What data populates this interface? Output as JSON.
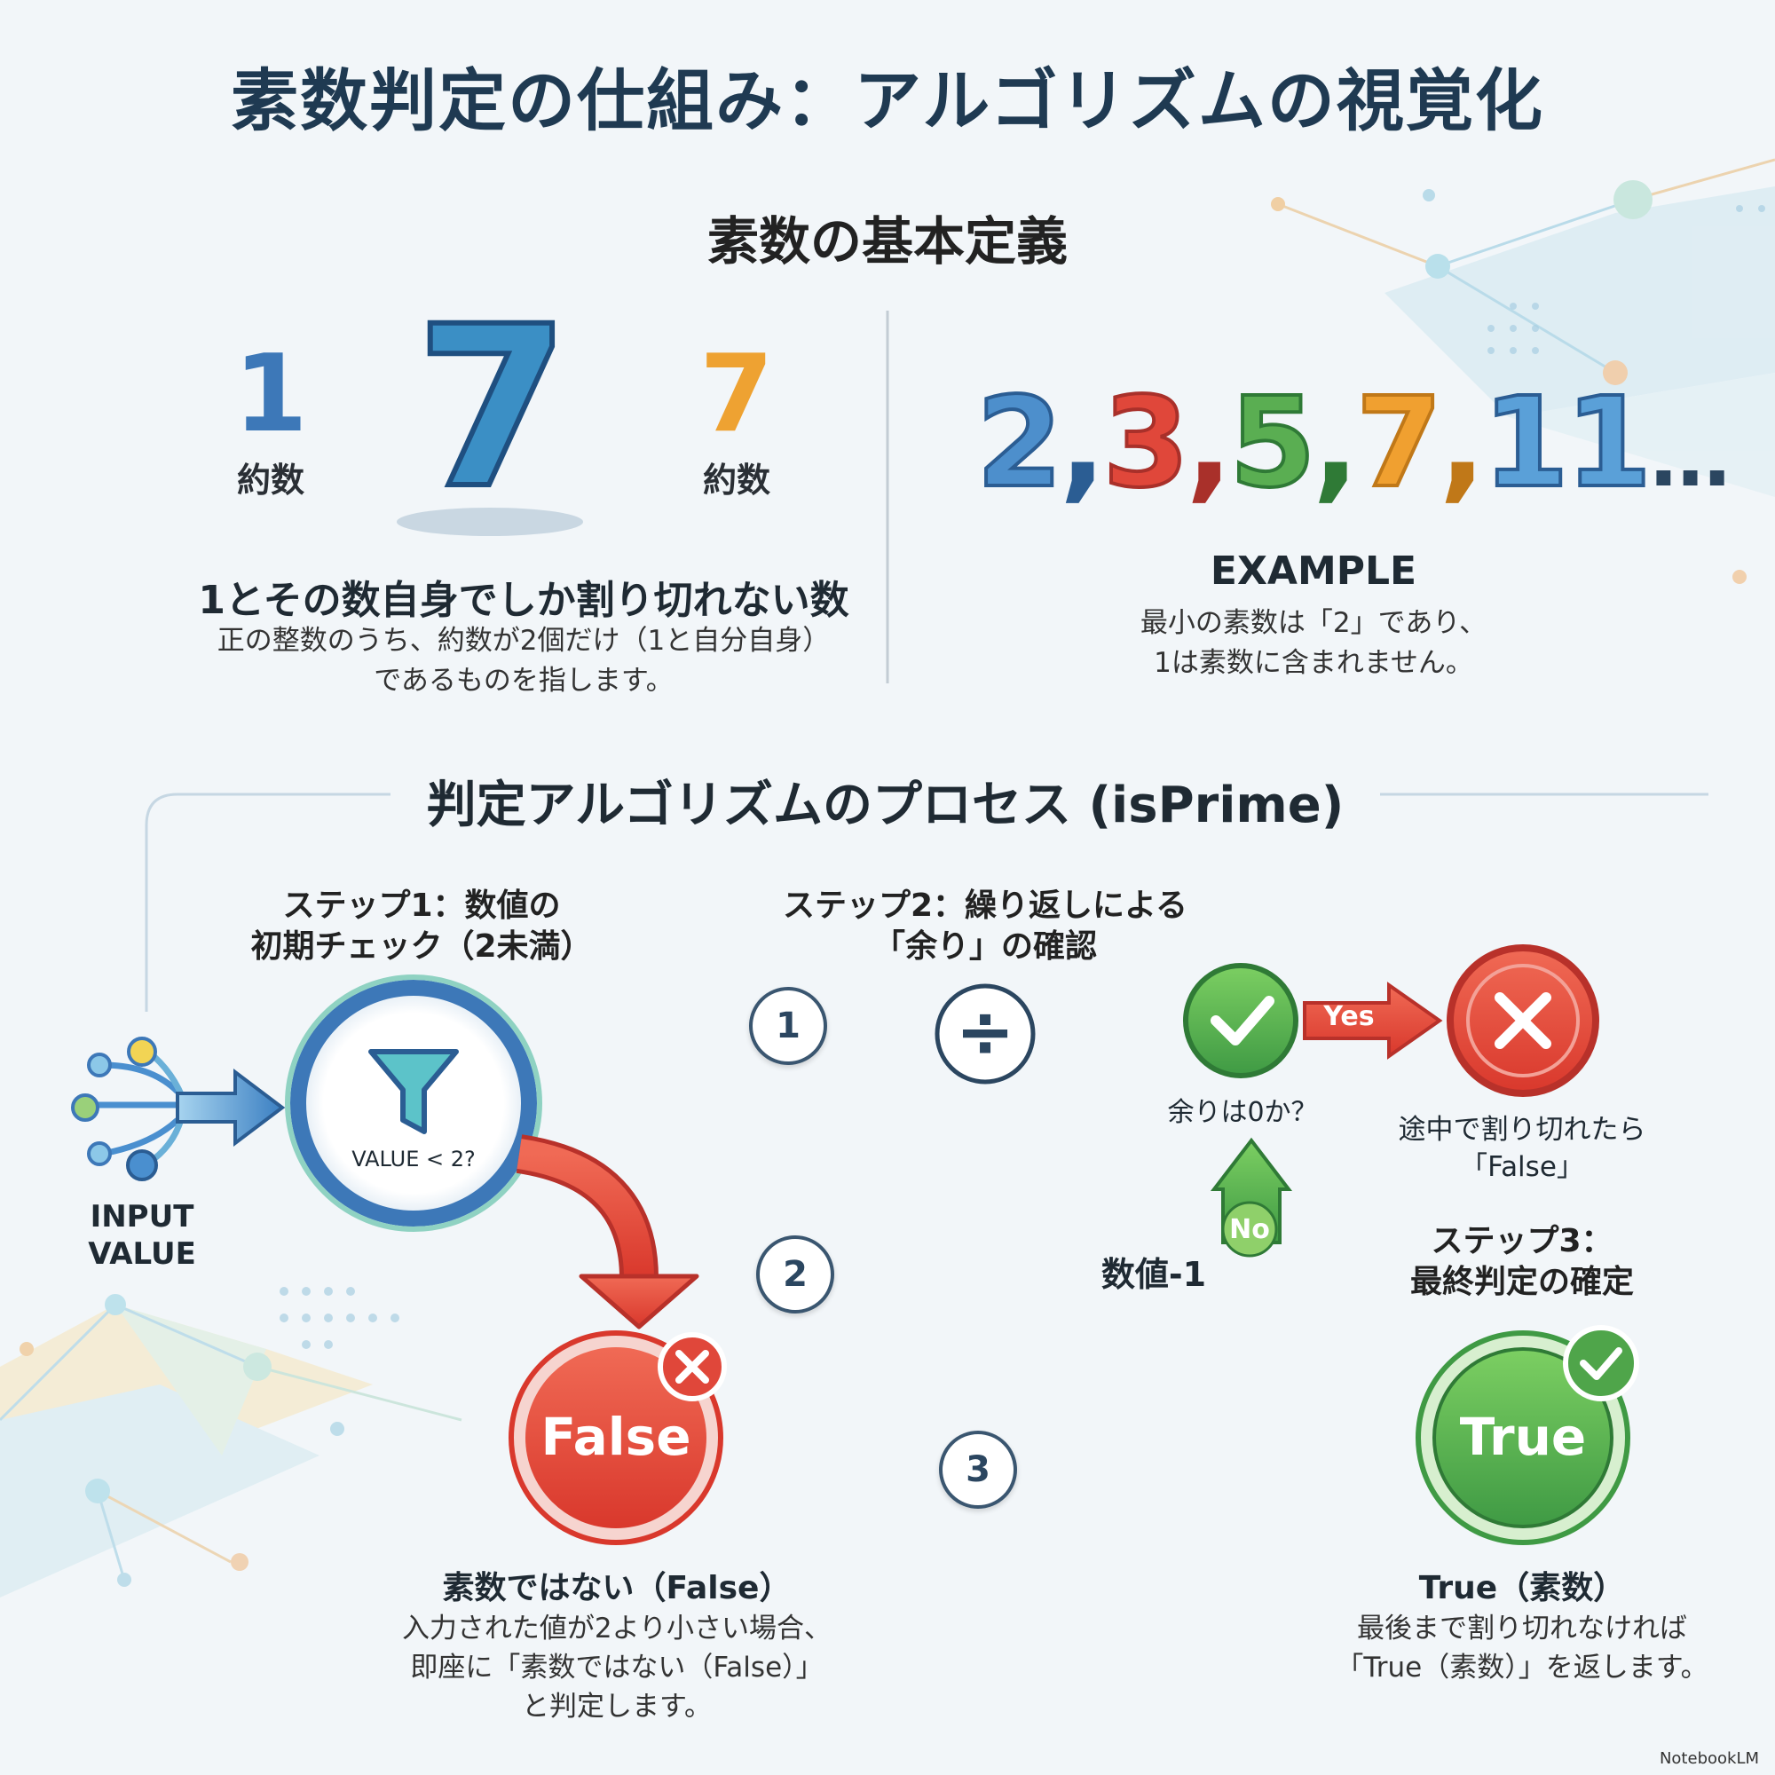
{
  "title": "素数判定の仕組み：アルゴリズムの視覚化",
  "definition": {
    "heading": "素数の基本定義",
    "divisor_left_num": "1",
    "divisor_left_label": "約数",
    "center_num": "7",
    "divisor_right_num": "7",
    "divisor_right_label": "約数",
    "main_text": "1とその数自身でしか割り切れない数",
    "desc_line1": "正の整数のうち、約数が2個だけ（1と自分自身）",
    "desc_line2": "であるものを指します。",
    "example_nums": [
      "2",
      "3",
      "5",
      "7",
      "11"
    ],
    "example_sep": ",",
    "example_tail": "...",
    "example_label": "EXAMPLE",
    "example_line1": "最小の素数は「2」であり、",
    "example_line2": "1は素数に含まれません。"
  },
  "process": {
    "heading": "判定アルゴリズムのプロセス (isPrime)",
    "input_line1": "INPUT",
    "input_line2": "VALUE",
    "step1_line1": "ステップ1：数値の",
    "step1_line2": "初期チェック（2未満）",
    "filter_text": "VALUE < 2?",
    "false_badge": "False",
    "false_head": "素数ではない（False）",
    "false_line1": "入力された値が2より小さい場合、",
    "false_line2": "即座に「素数ではない（False）」",
    "false_line3": "と判定します。",
    "step2_line1": "ステップ2：繰り返しによる",
    "step2_line2": "「余り」の確認",
    "num1": "1",
    "num2": "2",
    "num3": "3",
    "divide_symbol": "÷",
    "yes_label": "Yes",
    "no_label": "No",
    "remainder_q": "余りは0か？",
    "minus_one": "数値-1",
    "cut_line1": "途中で割り切れたら",
    "cut_line2": "「False」",
    "step3_line1": "ステップ3：",
    "step3_line2": "最終判定の確定",
    "true_badge": "True",
    "true_head": "True（素数）",
    "true_line1": "最後まで割り切れなければ",
    "true_line2": "「True（素数）」を返します。"
  },
  "brand": "NotebookLM",
  "colors": {
    "title": "#1f3a52",
    "blue": "#3d78b8",
    "red": "#e0473a",
    "green": "#4fa54a",
    "orange": "#f0a030",
    "teal": "#5ab4b0"
  }
}
